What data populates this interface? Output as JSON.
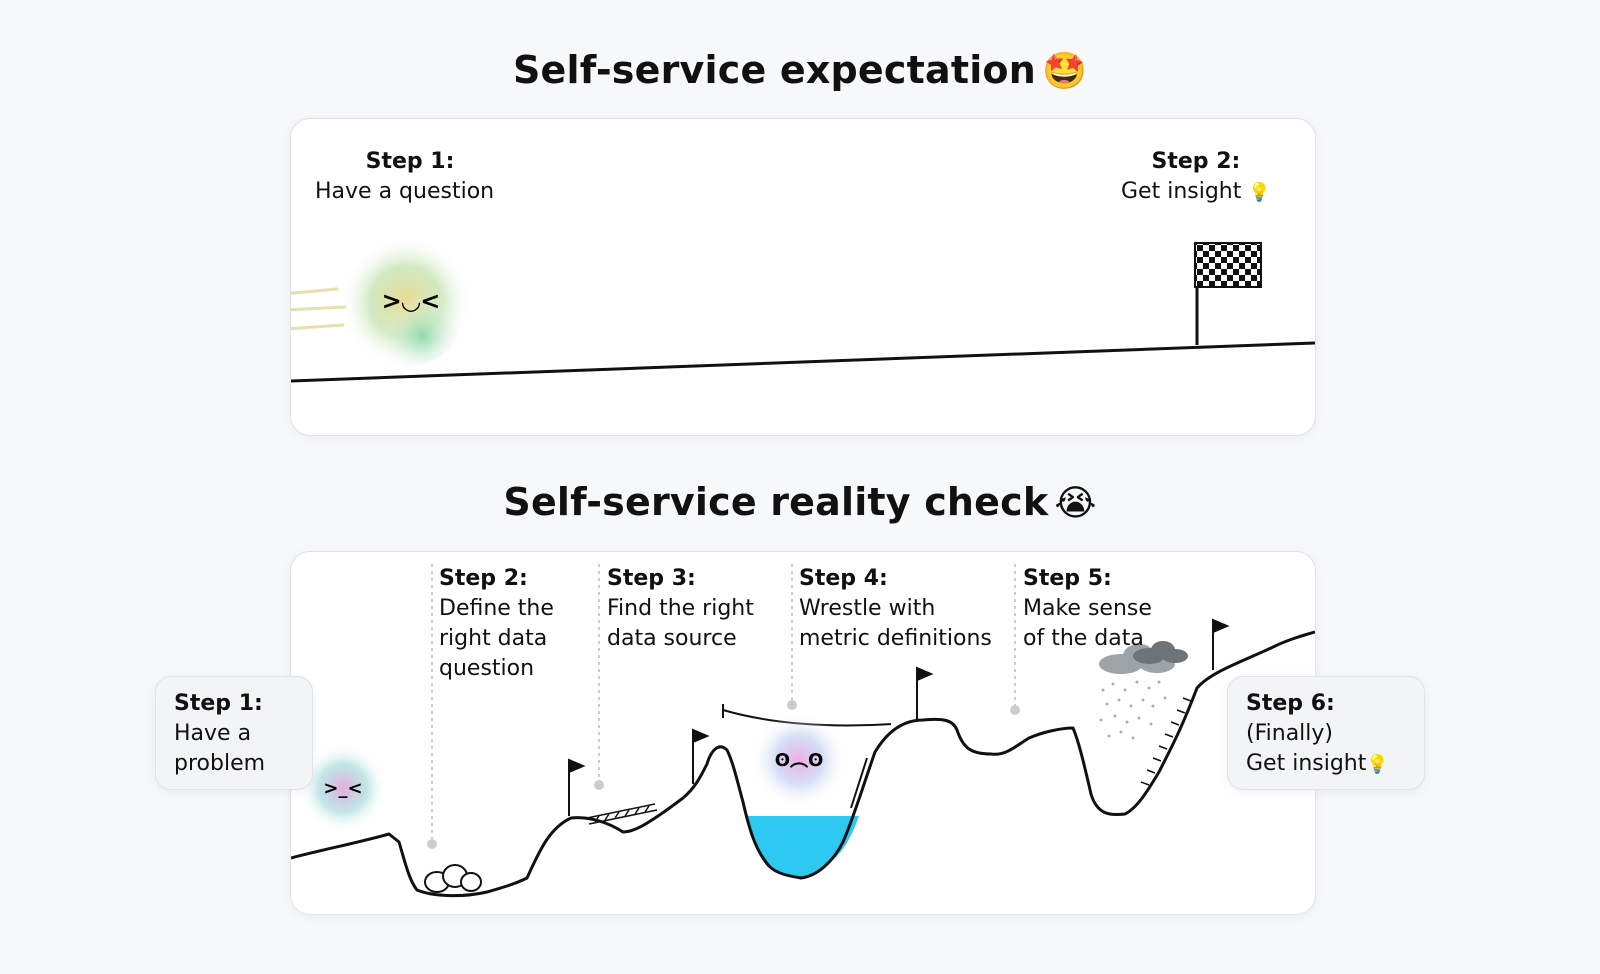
{
  "top": {
    "title": "Self-service expectation",
    "title_emoji": "🤩",
    "step1": {
      "label": "Step 1:",
      "text": "Have a question"
    },
    "step2": {
      "label": "Step 2:",
      "text": "Get insight",
      "icon": "💡"
    },
    "face": ">◡<"
  },
  "bottom": {
    "title": "Self-service reality check",
    "title_emoji": "😭",
    "step1": {
      "label": "Step 1:",
      "line1": "Have a",
      "line2": "problem"
    },
    "step2": {
      "label": "Step 2:",
      "line1": "Define the",
      "line2": "right data",
      "line3": "question"
    },
    "step3": {
      "label": "Step 3:",
      "line1": "Find the right",
      "line2": "data source"
    },
    "step4": {
      "label": "Step 4:",
      "line1": "Wrestle with",
      "line2": "metric definitions"
    },
    "step5": {
      "label": "Step 5:",
      "line1": "Make sense",
      "line2": "of the data"
    },
    "step6": {
      "label": "Step 6:",
      "line1": "(Finally)",
      "line2": "Get insight",
      "icon": "💡"
    },
    "face_start": ">_<",
    "face_sad": "ʘ︵ʘ"
  },
  "colors": {
    "water": "#2ec9f0",
    "line": "#111111",
    "dotted": "#bbbbbb"
  }
}
